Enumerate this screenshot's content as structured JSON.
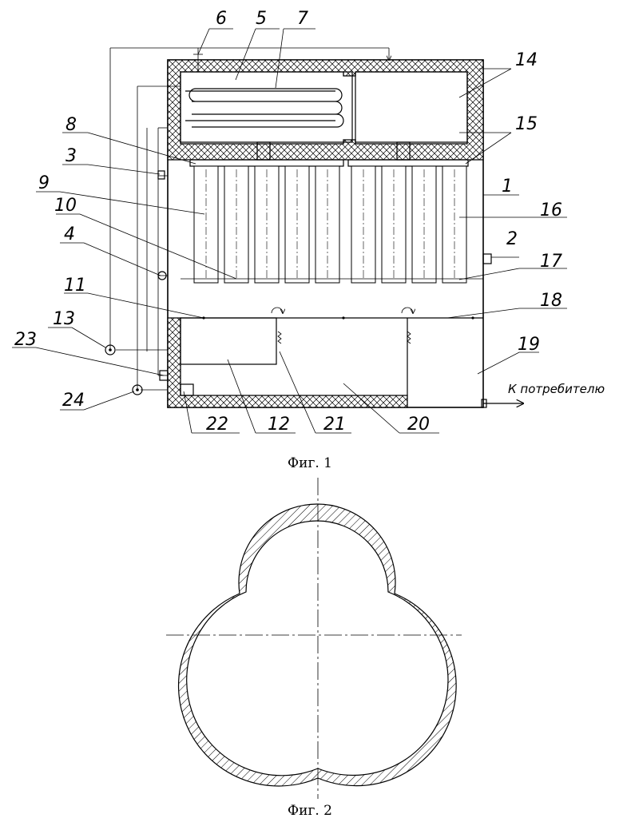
{
  "figure1": {
    "caption": "Фиг. 1",
    "consumer_label": "К потребителю",
    "labels": [
      "1",
      "2",
      "3",
      "4",
      "5",
      "6",
      "7",
      "8",
      "9",
      "10",
      "11",
      "12",
      "13",
      "14",
      "15",
      "16",
      "17",
      "18",
      "19",
      "20",
      "21",
      "22",
      "23",
      "24"
    ]
  },
  "figure2": {
    "caption": "Фиг. 2"
  }
}
